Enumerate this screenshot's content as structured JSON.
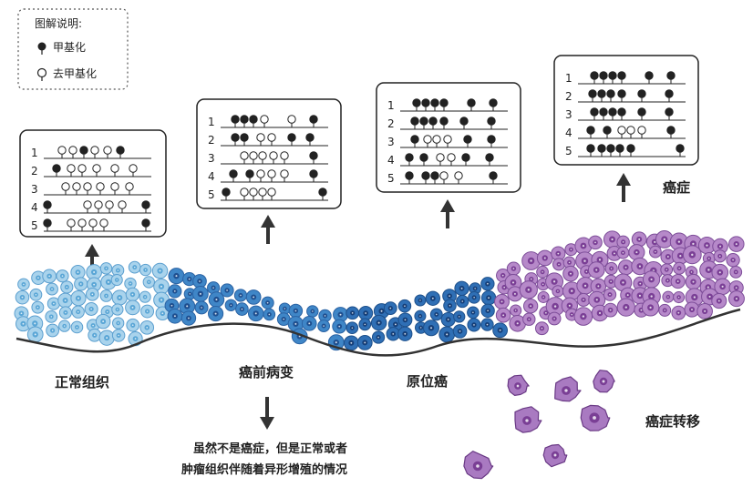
{
  "legend": {
    "title": "图解说明:",
    "methylated": "甲基化",
    "unmethylated": "去甲基化"
  },
  "stages": {
    "normal": "正常组织",
    "precancer": "癌前病变",
    "in_situ": "原位癌",
    "cancer": "癌症",
    "metastasis": "癌症转移"
  },
  "note": {
    "line1": "虽然不是癌症，但是正常或者",
    "line2": "肿瘤组织伴随着异形增殖的情况"
  },
  "panels": [
    {
      "name": "normal",
      "rows": [
        {
          "label": "1",
          "marks": [
            "u",
            "u",
            "m",
            "u",
            "u",
            "m"
          ]
        },
        {
          "label": "2",
          "marks": [
            "m",
            "u",
            "u",
            "u",
            "u",
            "u"
          ]
        },
        {
          "label": "3",
          "marks": [
            "u",
            "u",
            "u",
            "u",
            "u",
            "u"
          ]
        },
        {
          "label": "4",
          "marks": [
            "m",
            "u",
            "u",
            "u",
            "u",
            "m"
          ]
        },
        {
          "label": "5",
          "marks": [
            "m",
            "u",
            "u",
            "u",
            "u",
            "m"
          ]
        }
      ]
    },
    {
      "name": "precancer",
      "rows": [
        {
          "label": "1",
          "marks": [
            "m",
            "m",
            "m",
            "u",
            "u",
            "m"
          ]
        },
        {
          "label": "2",
          "marks": [
            "m",
            "m",
            "u",
            "u",
            "m",
            "m"
          ]
        },
        {
          "label": "3",
          "marks": [
            "u",
            "u",
            "u",
            "u",
            "u",
            "m"
          ]
        },
        {
          "label": "4",
          "marks": [
            "m",
            "m",
            "u",
            "u",
            "u",
            "m"
          ]
        },
        {
          "label": "5",
          "marks": [
            "m",
            "u",
            "u",
            "u",
            "u",
            "m"
          ]
        }
      ]
    },
    {
      "name": "in_situ",
      "rows": [
        {
          "label": "1",
          "marks": [
            "m",
            "m",
            "m",
            "m",
            "m",
            "m"
          ]
        },
        {
          "label": "2",
          "marks": [
            "m",
            "m",
            "m",
            "m",
            "m",
            "m"
          ]
        },
        {
          "label": "3",
          "marks": [
            "m",
            "u",
            "u",
            "u",
            "m",
            "m"
          ]
        },
        {
          "label": "4",
          "marks": [
            "m",
            "m",
            "u",
            "u",
            "m",
            "m"
          ]
        },
        {
          "label": "5",
          "marks": [
            "m",
            "m",
            "m",
            "u",
            "u",
            "m"
          ]
        }
      ]
    },
    {
      "name": "cancer",
      "rows": [
        {
          "label": "1",
          "marks": [
            "m",
            "m",
            "m",
            "m",
            "m",
            "m"
          ]
        },
        {
          "label": "2",
          "marks": [
            "m",
            "m",
            "m",
            "m",
            "m",
            "m"
          ]
        },
        {
          "label": "3",
          "marks": [
            "m",
            "m",
            "m",
            "m",
            "m",
            "m"
          ]
        },
        {
          "label": "4",
          "marks": [
            "m",
            "m",
            "u",
            "u",
            "u",
            "m"
          ]
        },
        {
          "label": "5",
          "marks": [
            "m",
            "m",
            "m",
            "m",
            "m",
            "m"
          ]
        }
      ]
    }
  ],
  "colors": {
    "methylated": "#222222",
    "unmethylated": "#ffffff",
    "normal_cell": "#a9d3ec",
    "normal_nucleus": "#5aa6d6",
    "precancer_cell": "#3f86c7",
    "precancer_nucleus": "#1f4f8f",
    "in_situ_cell": "#2f6fb5",
    "cancer_cell": "#b689c9",
    "cancer_nucleus": "#7a3f95",
    "metastasis_cell": "#a97ac1"
  }
}
